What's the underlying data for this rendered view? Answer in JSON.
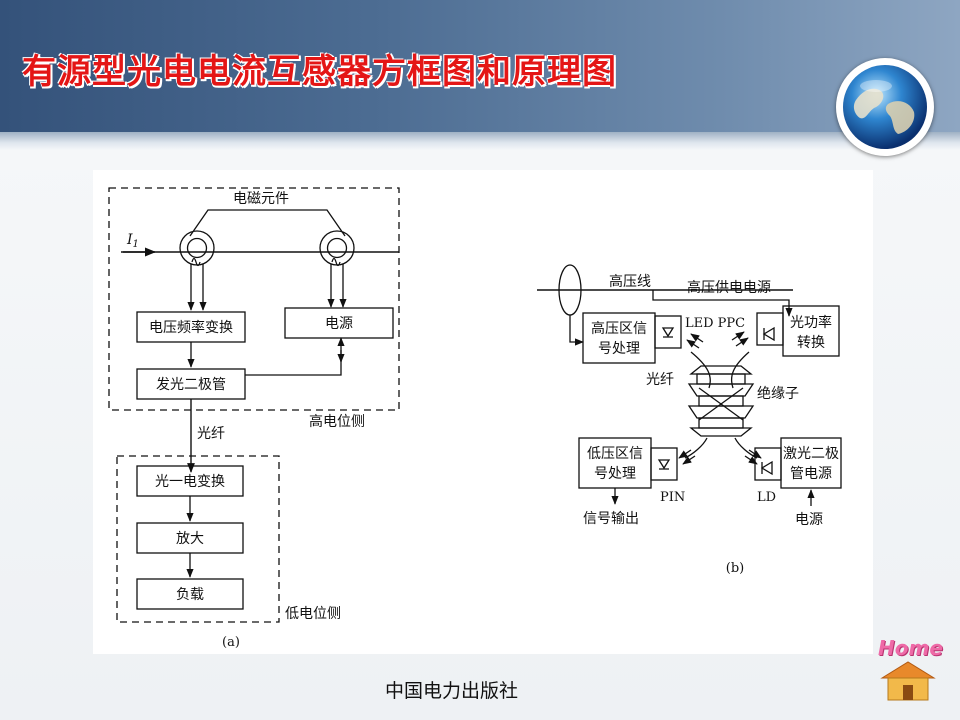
{
  "slide": {
    "title": "有源型光电电流互感器方框图和原理图",
    "publisher": "中国电力出版社",
    "home_label": "Home"
  },
  "diagram_a": {
    "caption": "(a)",
    "em_component": "电磁元件",
    "current_symbol": "I",
    "current_subscript": "1",
    "vf_converter": "电压频率变换",
    "power_supply": "电源",
    "led": "发光二极管",
    "high_side": "高电位侧",
    "fiber": "光纤",
    "oe_converter": "光一电变换",
    "amplifier": "放大",
    "load": "负载",
    "low_side": "低电位侧"
  },
  "diagram_b": {
    "caption": "(b)",
    "hv_line": "高压线",
    "hv_power": "高压供电电源",
    "hv_signal_1": "高压区信",
    "hv_signal_2": "号处理",
    "led_ppc": "LED PPC",
    "power_conv_1": "光功率",
    "power_conv_2": "转换",
    "fiber": "光纤",
    "insulator": "绝缘子",
    "lv_signal_1": "低压区信",
    "lv_signal_2": "号处理",
    "laser_1": "激光二极",
    "laser_2": "管电源",
    "pin": "PIN",
    "ld": "LD",
    "signal_out": "信号输出",
    "power_in": "电源"
  }
}
